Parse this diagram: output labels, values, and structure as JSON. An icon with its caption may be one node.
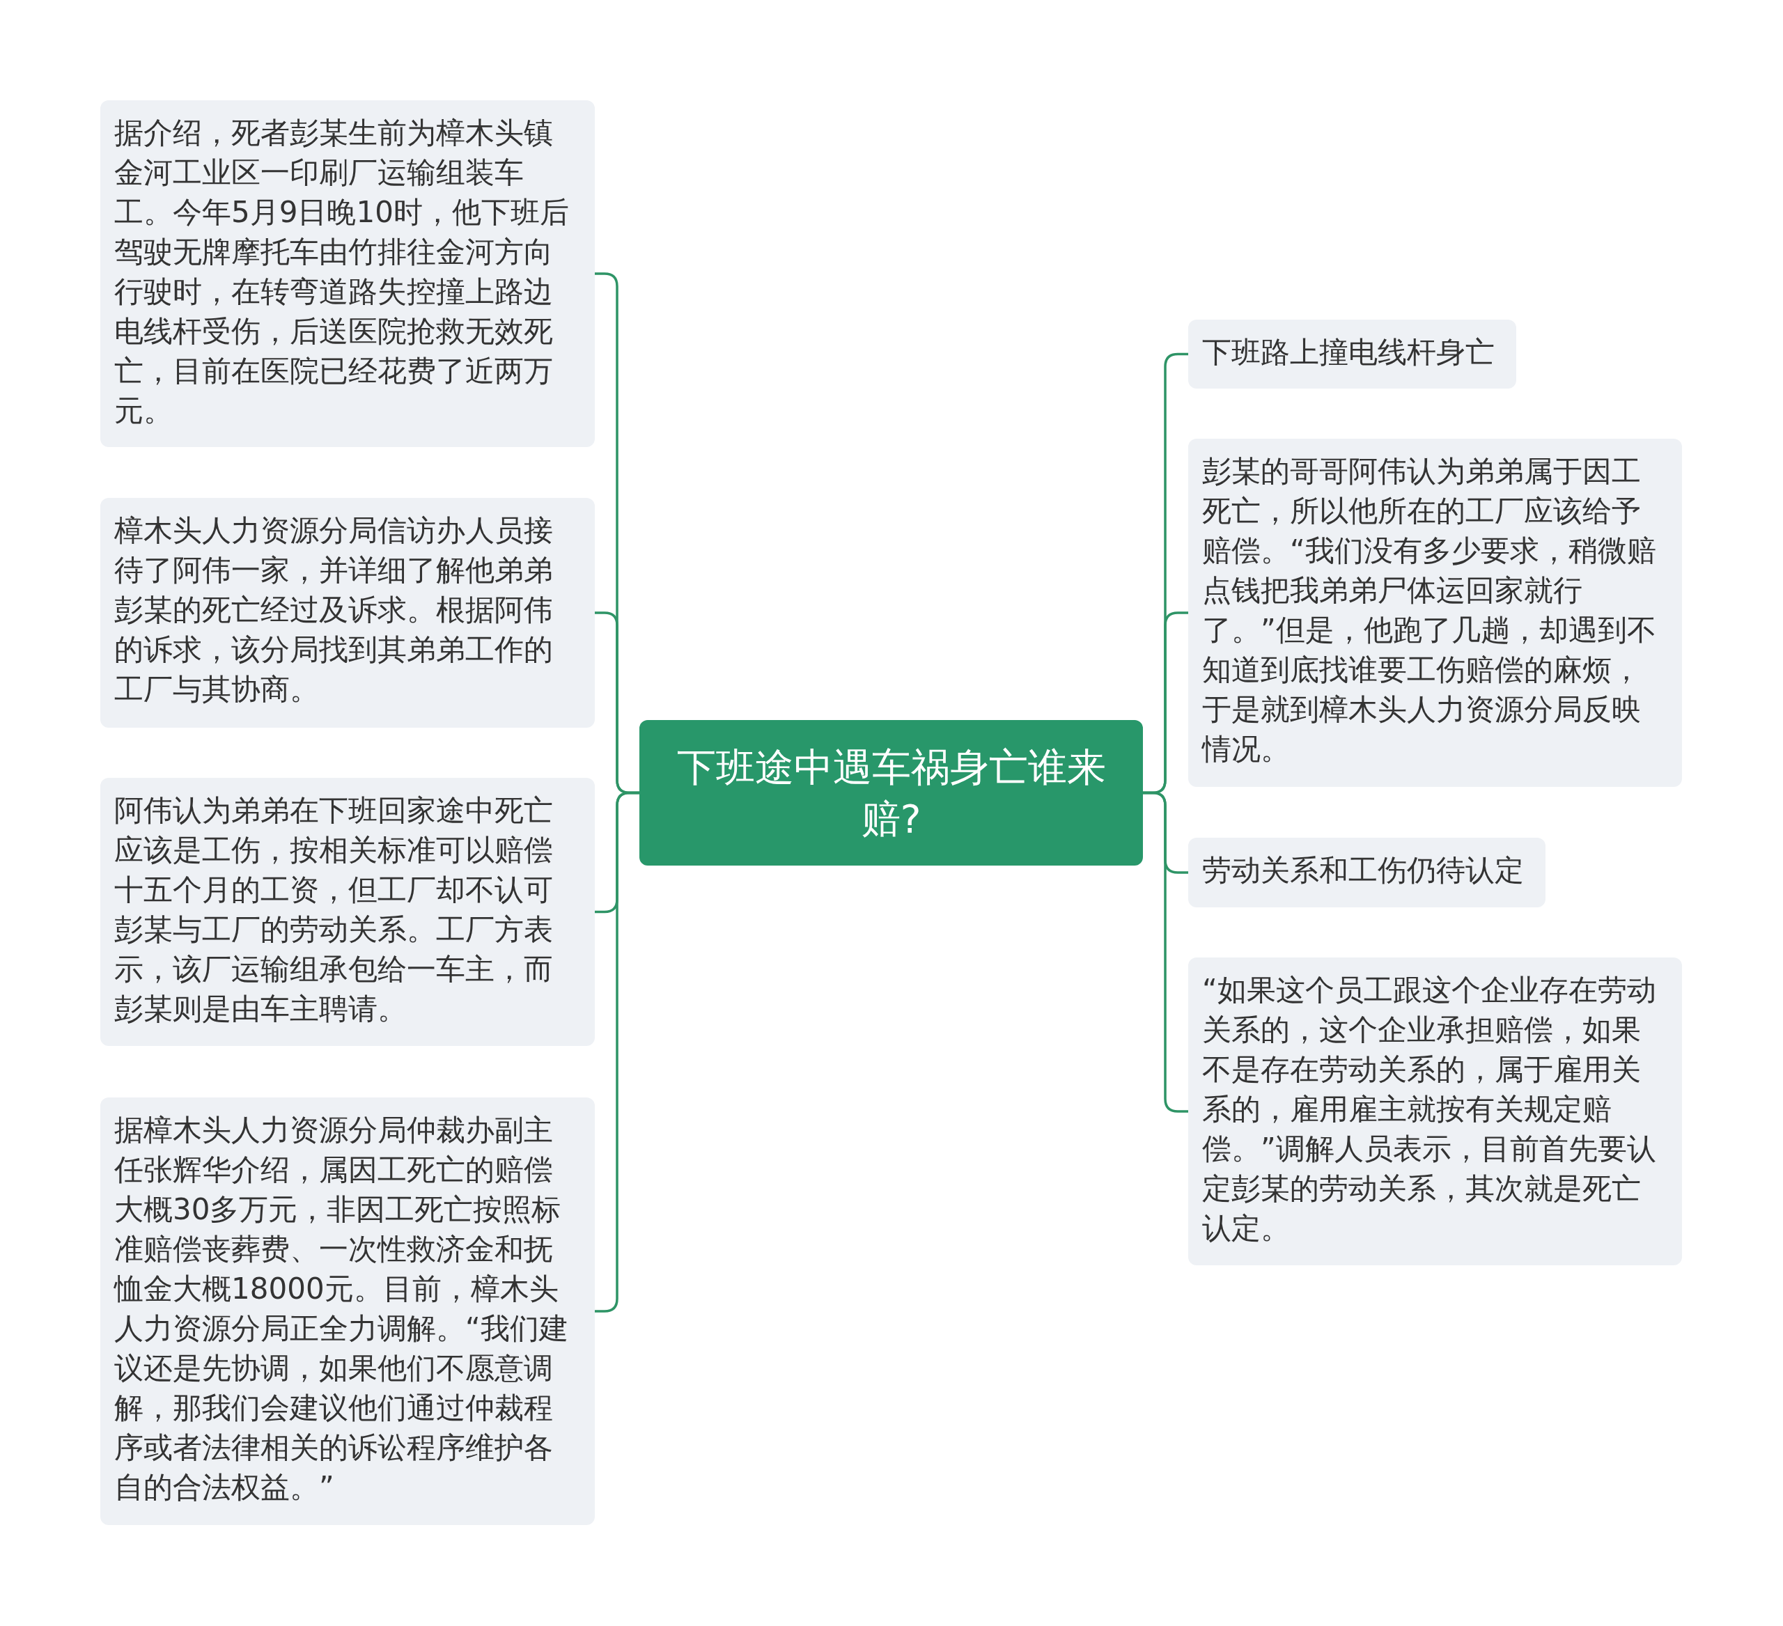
{
  "diagram": {
    "nodes": [
      {
        "text": [
          "下班途中遇车祸身亡谁来赔?"
        ]
      },
      {
        "text": [
          "据介绍，死者彭某生前为樟木头镇金河工业区一印刷厂运输组装车工。今年5月9日晚10时，他下班后驾驶无牌摩托车由竹排往金河方向行驶时，在转弯道路失控撞上路边电线杆受伤，后送医院抢救无效死亡，目前在医院已经花费了近两万元。"
        ]
      },
      {
        "text": [
          "樟木头人力资源分局信访办人员接待了阿伟一家，并详细了解他弟弟彭某的死亡经过及诉求。根据阿伟的诉求，该分局找到其弟弟工作的工厂与其协商。"
        ]
      },
      {
        "text": [
          "阿伟认为弟弟在下班回家途中死亡应该是工伤，按相关标准可以赔偿十五个月的工资，但工厂却不认可彭某与工厂的劳动关系。工厂方表示，该厂运输组承包给一车主，而彭某则是由车主聘请。"
        ]
      },
      {
        "text": [
          "据樟木头人力资源分局仲裁办副主任张辉华介绍，属因工死亡的赔偿大概30多万元，非因工死亡按照标准赔偿丧葬费、一次性救济金和抚恤金大概18000元。目前，樟木头人力资源分局正全力调解。“我们建议还是先协调，如果他们不愿意调解，那我们会建议他们通过仲裁程序或者法律相关的诉讼程序维护各自的合法权益。”"
        ]
      },
      {
        "text": [
          "下班路上撞电线杆身亡"
        ]
      },
      {
        "text": [
          "彭某的哥哥阿伟认为弟弟属于因工死亡，所以他所在的工厂应该给予赔偿。“我们没有多少要求，稍微赔点钱把我弟弟尸体运回家就行了。”但是，他跑了几趟，却遇到不知道到底找谁要工伤赔偿的麻烦，于是就到樟木头人力资源分局反映情况。"
        ]
      },
      {
        "text": [
          "劳动关系和工伤仍待认定"
        ]
      },
      {
        "text": [
          "“如果这个员工跟这个企业存在劳动关系的，这个企业承担赔偿，如果不是存在劳动关系的，属于雇用关系的，雇用雇主就按有关规定赔偿。”调解人员表示，目前首先要认定彭某的劳动关系，其次就是死亡认定。"
        ]
      }
    ],
    "edges": [
      {
        "from": 0,
        "to": 1,
        "arrow": "none"
      },
      {
        "from": 0,
        "to": 2,
        "arrow": "none"
      },
      {
        "from": 0,
        "to": 3,
        "arrow": "none"
      },
      {
        "from": 0,
        "to": 4,
        "arrow": "none"
      },
      {
        "from": 0,
        "to": 5,
        "arrow": "none"
      },
      {
        "from": 0,
        "to": 6,
        "arrow": "none"
      },
      {
        "from": 0,
        "to": 7,
        "arrow": "none"
      },
      {
        "from": 0,
        "to": 8,
        "arrow": "none"
      }
    ]
  }
}
